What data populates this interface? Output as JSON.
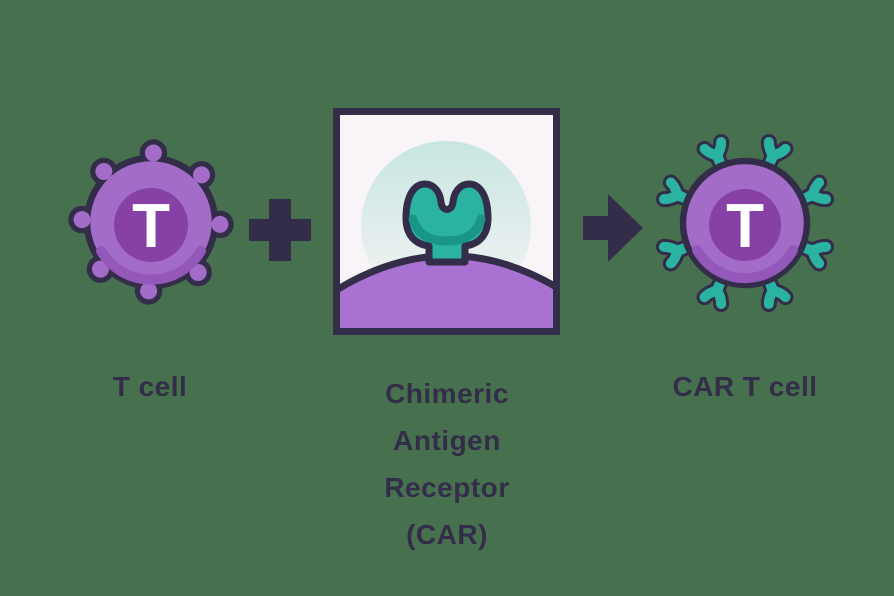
{
  "palette": {
    "background": "#47714E",
    "outline": "#342D49",
    "cell_body": "#A26CC8",
    "cell_body_shadow": "#9458BA",
    "cell_nucleus": "#8640A6",
    "membrane_purple": "#A971D1",
    "receptor_teal": "#2AB3A0",
    "receptor_teal_dark": "#1A9688",
    "box_background": "#F9F4F7",
    "box_glow": "#C7E6E0",
    "letter_color": "#FFFFFF",
    "text_color": "#342D49"
  },
  "diagram": {
    "t_cell": {
      "letter": "T",
      "label": "T cell"
    },
    "car_box": {
      "label_lines": [
        "Chimeric",
        "Antigen",
        "Receptor",
        "(CAR)"
      ]
    },
    "car_t_cell": {
      "letter": "T",
      "label": "CAR T cell"
    },
    "icons": {
      "plus": "+",
      "arrow": "→"
    }
  }
}
